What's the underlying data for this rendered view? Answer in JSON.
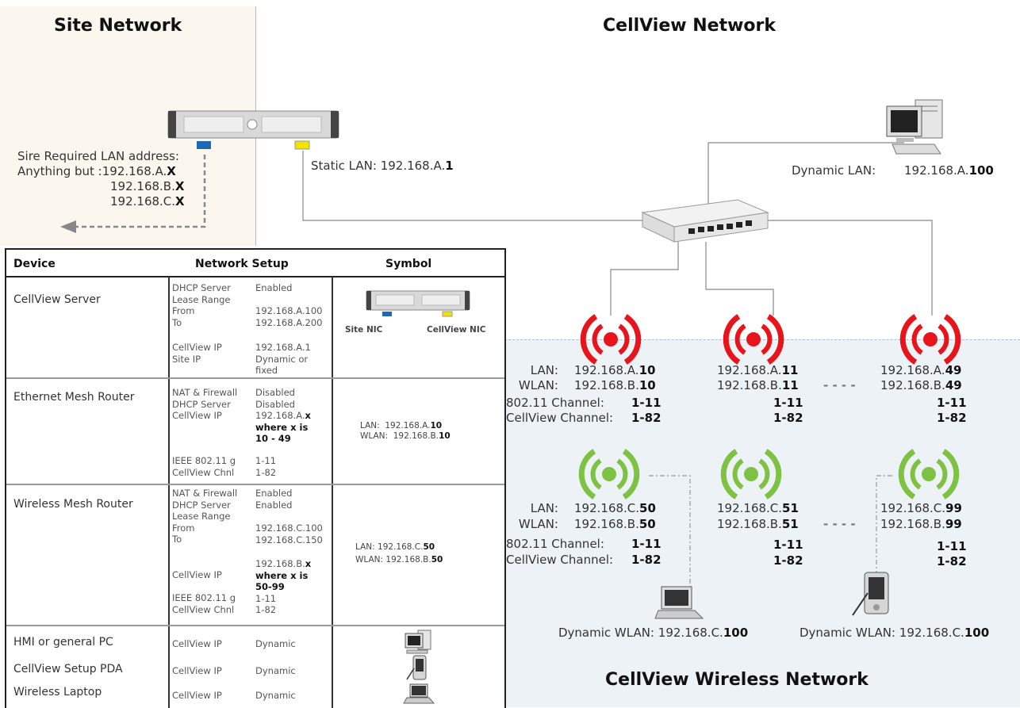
{
  "titles": {
    "site": "Site Network",
    "cellview": "CellView Network",
    "wireless": "CellView Wireless Network"
  },
  "site": {
    "req_line1": "Sire Required LAN address:",
    "req_prefix": "Anything but :",
    "addr_a": "192.168.A.",
    "addr_b": "192.168.B.",
    "addr_c": "192.168.C.",
    "x": "X"
  },
  "server": {
    "static_label": "Static LAN:",
    "static_prefix": "192.168.A.",
    "static_suffix": "1"
  },
  "pc": {
    "label": "Dynamic LAN:",
    "prefix": "192.168.A.",
    "suffix": "100"
  },
  "routers": {
    "lan": "LAN:",
    "wlan": "WLAN:",
    "ch_80211": "802.11  Channel:",
    "ch_cellview": "CellView Channel:",
    "ch_80211_val": "1-11",
    "ch_cellview_val": "1-82",
    "eth": [
      {
        "lan_pre": "192.168.A.",
        "lan_n": "10",
        "wlan_pre": "192.168.B.",
        "wlan_n": "10"
      },
      {
        "lan_pre": "192.168.A.",
        "lan_n": "11",
        "wlan_pre": "192.168.B.",
        "wlan_n": "11"
      },
      {
        "lan_pre": "192.168.A.",
        "lan_n": "49",
        "wlan_pre": "192.168.B.",
        "wlan_n": "49"
      }
    ],
    "wl": [
      {
        "lan_pre": "192.168.C.",
        "lan_n": "50",
        "wlan_pre": "192.168.B.",
        "wlan_n": "50"
      },
      {
        "lan_pre": "192.168.C.",
        "lan_n": "51",
        "wlan_pre": "192.168.B.",
        "wlan_n": "51"
      },
      {
        "lan_pre": "192.168.C.",
        "lan_n": "99",
        "wlan_pre": "192.168.B.",
        "wlan_n": "99"
      }
    ],
    "dash": "- - - -"
  },
  "clients": {
    "laptop_label": "Dynamic WLAN:",
    "laptop_prefix": "192.168.C.",
    "laptop_suffix": "100",
    "pda_label": "Dynamic WLAN:",
    "pda_prefix": "192.168.C.",
    "pda_suffix": "100"
  },
  "table": {
    "headers": {
      "device": "Device",
      "setup": "Network Setup",
      "symbol": "Symbol"
    },
    "server": {
      "name": "CellView Server",
      "k": [
        "DHCP Server",
        "Lease Range",
        "From",
        "To",
        "CellView IP",
        "Site IP"
      ],
      "v": [
        "Enabled",
        "192.168.A.100",
        "192.168.A.200",
        "192.168.A.1",
        "Dynamic or",
        "fixed"
      ],
      "site_nic": "Site NIC",
      "cellview_nic": "CellView NIC"
    },
    "eth": {
      "name": "Ethernet Mesh Router",
      "k": [
        "NAT & Firewall",
        "DHCP Server",
        "CellView IP",
        "IEEE 802.11 g",
        "CellView Chnl"
      ],
      "v": [
        "Disabled",
        "Disabled",
        "192.168.A.",
        "x",
        "where x is",
        "10 - 49",
        "1-11",
        "1-82"
      ],
      "sym_lan": "LAN:",
      "sym_lan_pre": "192.168.A.",
      "sym_lan_n": "10",
      "sym_wlan": "WLAN:",
      "sym_wlan_pre": "192.168.B.",
      "sym_wlan_n": "10"
    },
    "wl": {
      "name": "Wireless Mesh Router",
      "k": [
        "NAT & Firewall",
        "DHCP Server",
        "Lease Range",
        "From",
        "To",
        "CellView IP",
        "IEEE 802.11 g",
        "CellView Chnl"
      ],
      "v": [
        "Enabled",
        "Enabled",
        "192.168.C.100",
        "192.168.C.150",
        "192.168.B.",
        "x",
        "where x is",
        "50-99",
        "1-11",
        "1-82"
      ],
      "sym_lan": "LAN:",
      "sym_lan_pre": "192.168.C.",
      "sym_lan_n": "50",
      "sym_wlan": "WLAN:",
      "sym_wlan_pre": "192.168.B.",
      "sym_wlan_n": "50"
    },
    "others": [
      {
        "name": "HMI or general PC",
        "k": "CellView IP",
        "v": "Dynamic"
      },
      {
        "name": "CellView Setup PDA",
        "k": "CellView IP",
        "v": "Dynamic"
      },
      {
        "name": "Wireless Laptop",
        "k": "CellView IP",
        "v": "Dynamic"
      }
    ]
  },
  "colors": {
    "red": "#e8141b",
    "green": "#7dc242",
    "blue_port": "#1f66b5",
    "yellow_port": "#f3e400"
  }
}
